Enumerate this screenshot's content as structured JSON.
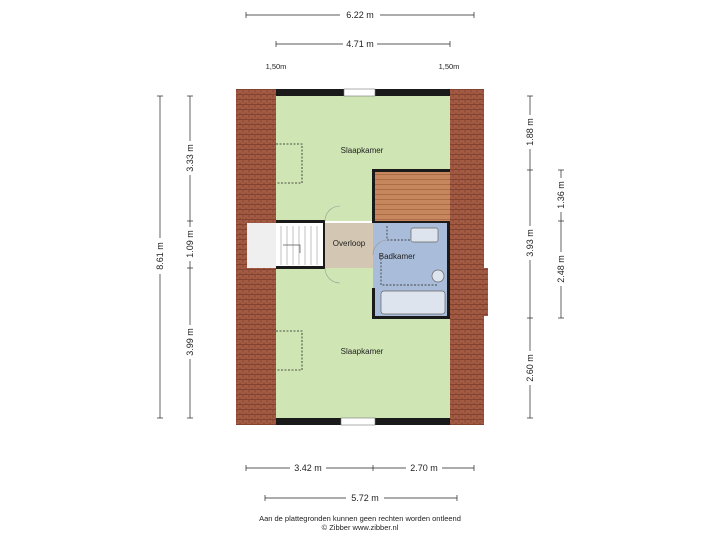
{
  "dimensions": {
    "top_overall": "6.22 m",
    "top_inner": "4.71 m",
    "top_left_height": "1,50m",
    "top_right_height": "1,50m",
    "left_total": "8.61 m",
    "left_top": "3.33 m",
    "left_mid": "1.09 m",
    "left_bottom": "3.99 m",
    "right_top": "1.88 m",
    "right_mid": "3.93 m",
    "right_bottom": "2.60 m",
    "right_inner_top": "1.36 m",
    "right_inner_bottom": "2.48 m",
    "bottom_left": "3.42 m",
    "bottom_right": "2.70 m",
    "bottom_overall": "5.72 m"
  },
  "rooms": {
    "bedroom_top": "Slaapkamer",
    "landing": "Overloop",
    "bathroom": "Badkamer",
    "bedroom_bottom": "Slaapkamer"
  },
  "footer": {
    "line1": "Aan de plattegronden kunnen geen rechten worden ontleend",
    "line2": "© Zibber www.zibber.nl"
  },
  "colors": {
    "bedroom": "#cfe6b4",
    "landing": "#d3c7b3",
    "bathroom": "#a9bcd9",
    "roof_tiles": "#a35b44",
    "storage_wood": "#c6865e",
    "wall": "#1a1a1a"
  }
}
